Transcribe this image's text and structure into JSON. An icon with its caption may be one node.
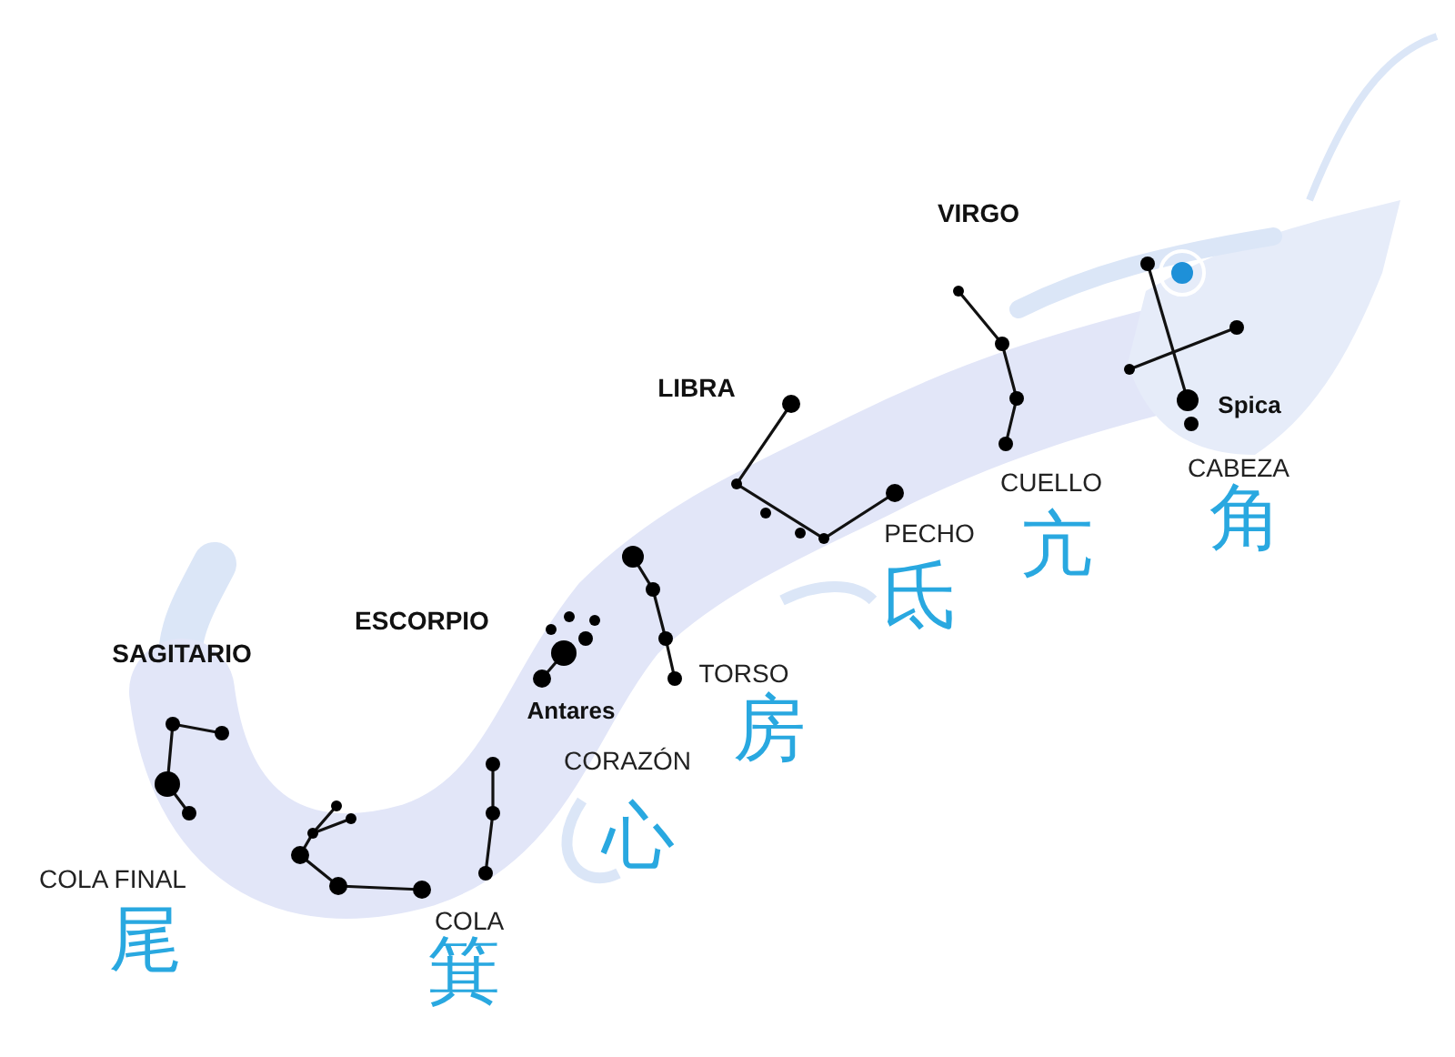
{
  "diagram": {
    "labels": [
      "VIRGO",
      "LIBRA",
      "Spica",
      "CABEZA",
      "CUELLO",
      "PECHO",
      "角",
      "亢",
      "氐",
      "ESCORPIO",
      "SAGITARIO",
      "TORSO",
      "Antares",
      "房",
      "CORAZÓN",
      "心",
      "COLA FINAL",
      "COLA",
      "尾",
      "箕"
    ]
  }
}
